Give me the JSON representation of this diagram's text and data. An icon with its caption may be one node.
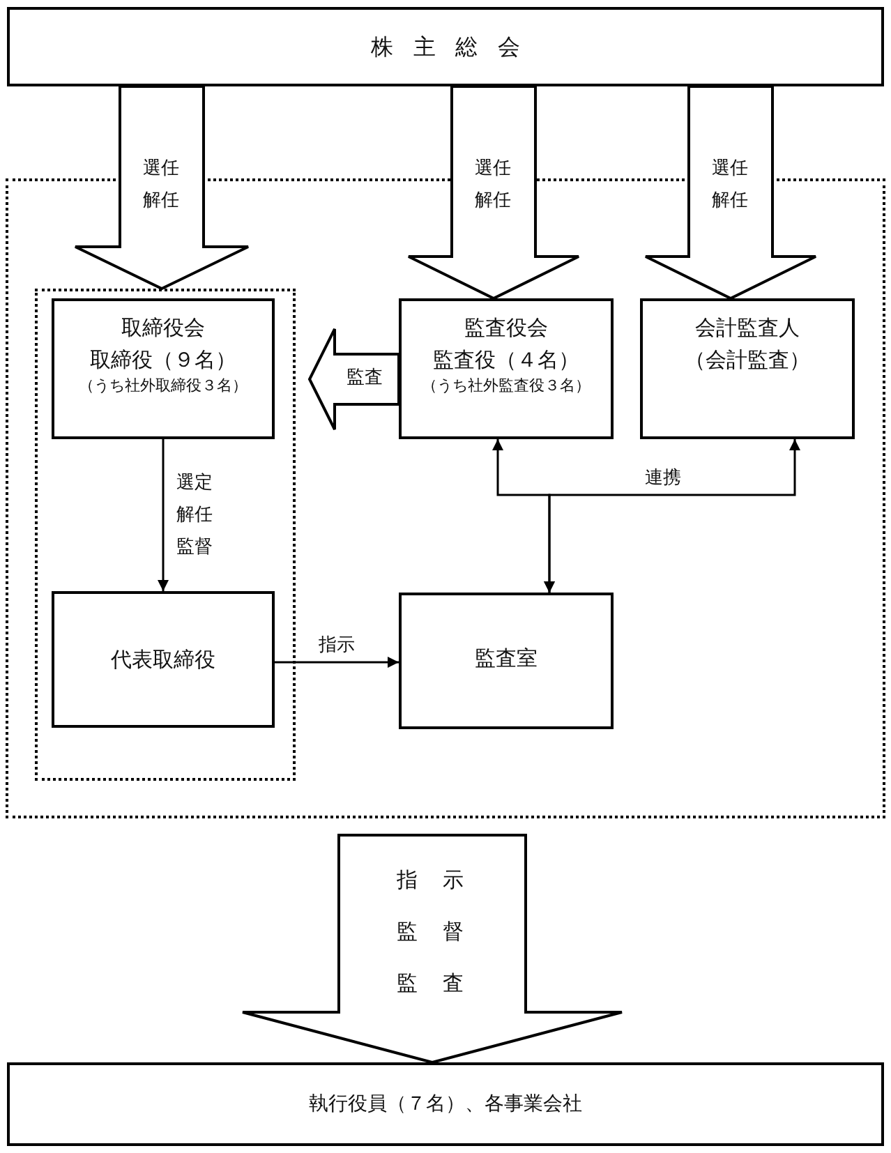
{
  "diagram": {
    "nodes": [
      {
        "text": [
          "株主総会"
        ]
      },
      {
        "text": [],
        "shape": "box"
      },
      {
        "text": [],
        "shape": "box",
        "in": 1
      },
      {
        "text": [
          "取締役会",
          "取締役（９名）",
          "（うち社外取締役３名）"
        ],
        "in": 2
      },
      {
        "text": [
          "代表取締役"
        ],
        "in": 2
      },
      {
        "text": [
          "監査役会",
          "監査役（４名）",
          "（うち社外監査役３名）"
        ],
        "in": 1
      },
      {
        "text": [
          "会計監査人",
          "（会計監査）"
        ],
        "in": 1
      },
      {
        "text": [
          "監査室"
        ],
        "in": 1
      },
      {
        "text": [
          "執行役員（７名）、各事業会社"
        ]
      }
    ],
    "edges": [
      {
        "from": 0,
        "to": 2,
        "arrow": "to",
        "label": "選任解任"
      },
      {
        "from": 0,
        "to": 5,
        "arrow": "to",
        "label": "選任解任"
      },
      {
        "from": 0,
        "to": 6,
        "arrow": "to",
        "label": "選任解任"
      },
      {
        "from": 5,
        "to": 2,
        "arrow": "to",
        "label": "監査"
      },
      {
        "from": 3,
        "to": 4,
        "arrow": "to",
        "label": "選定解任監督"
      },
      {
        "from": 4,
        "to": 7,
        "arrow": "to",
        "label": "指示"
      },
      {
        "from": 7,
        "to": 5,
        "arrow": "both"
      },
      {
        "from": 7,
        "to": 6,
        "arrow": "both",
        "label": "連携"
      },
      {
        "from": 1,
        "to": 8,
        "arrow": "to",
        "label": "指示監督監査"
      }
    ]
  }
}
